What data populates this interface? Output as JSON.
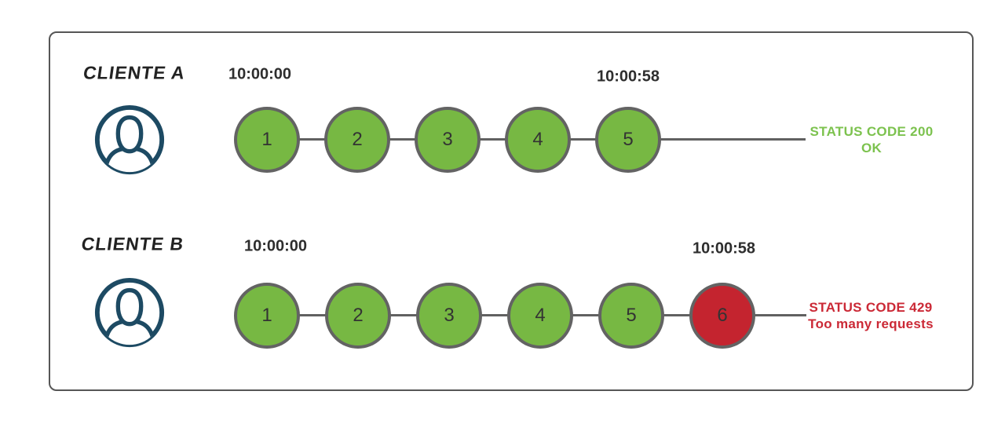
{
  "colors": {
    "ok": "#77b843",
    "blocked": "#c4242f",
    "line": "#616161",
    "border": "#636363",
    "text": "#2e2e2e",
    "avatar": "#1d4a63"
  },
  "rows": [
    {
      "client_label": "CLIENTE A",
      "start_time": "10:00:00",
      "end_time": "10:00:58",
      "requests": [
        {
          "n": "1",
          "state": "ok"
        },
        {
          "n": "2",
          "state": "ok"
        },
        {
          "n": "3",
          "state": "ok"
        },
        {
          "n": "4",
          "state": "ok"
        },
        {
          "n": "5",
          "state": "ok"
        }
      ],
      "status": {
        "line1": "STATUS CODE 200",
        "line2": "OK",
        "color": "#7cc24e"
      }
    },
    {
      "client_label": "CLIENTE B",
      "start_time": "10:00:00",
      "end_time": "10:00:58",
      "requests": [
        {
          "n": "1",
          "state": "ok"
        },
        {
          "n": "2",
          "state": "ok"
        },
        {
          "n": "3",
          "state": "ok"
        },
        {
          "n": "4",
          "state": "ok"
        },
        {
          "n": "5",
          "state": "ok"
        },
        {
          "n": "6",
          "state": "blocked"
        }
      ],
      "status": {
        "line1": "STATUS CODE 429",
        "line2": "Too many requests",
        "color": "#cb2936"
      }
    }
  ]
}
